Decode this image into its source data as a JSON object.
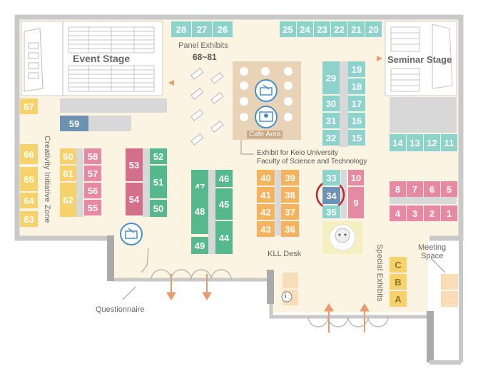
{
  "colors": {
    "teal": "#8dd3cc",
    "green": "#55b98d",
    "pink": "#e58aa2",
    "pink_dark": "#d46f8b",
    "orange": "#f5b360",
    "yellow": "#f5d26b",
    "blue": "#6c92b4",
    "highlight_ring": "#cc2222",
    "wall": "#c9c9c9",
    "floor": "#fbf4e2",
    "cafe": "#e8d3b6",
    "arrow": "#e99a6d"
  },
  "stages": {
    "event": "Event Stage",
    "seminar": "Seminar Stage"
  },
  "panel_exhibits": {
    "title": "Panel Exhibits",
    "range": "68~81"
  },
  "cafe_area": "Cafe Area",
  "keio_exhibit": {
    "line1": "Exhibit for Keio University",
    "line2": "Faculty of Science and Technology"
  },
  "zone_labels": {
    "creativity": "Creativity Initiative Zone",
    "special": "Special Exhibits",
    "kll_desk": "KLL Desk",
    "questionnaire": "Questionnaire",
    "meeting_line1": "Meeting",
    "meeting_line2": "Space"
  },
  "info_icon_glyph": "i",
  "booths": {
    "top_left": [
      "28",
      "27",
      "26"
    ],
    "top_right": [
      "25",
      "24",
      "23",
      "22",
      "21",
      "20"
    ],
    "left_column": [
      "67",
      "66",
      "65",
      "64",
      "63"
    ],
    "b59": "59",
    "col_60_62": [
      "60",
      "61",
      "62"
    ],
    "col_55_58": [
      "58",
      "57",
      "56",
      "55"
    ],
    "col_53_54": [
      "53",
      "54"
    ],
    "col_50_52": [
      "52",
      "51",
      "50"
    ],
    "col_47_49": [
      "47",
      "48",
      "49"
    ],
    "col_44_46": [
      "46",
      "45",
      "44"
    ],
    "col_40_43": [
      "40",
      "41",
      "42",
      "43"
    ],
    "col_36_39": [
      "39",
      "38",
      "37",
      "36"
    ],
    "col_29_32": [
      "29",
      "30",
      "31",
      "32"
    ],
    "col_15_19": [
      "19",
      "18",
      "17",
      "16",
      "15"
    ],
    "col_33_35": [
      "33",
      "34",
      "35"
    ],
    "col_9_10": [
      "10",
      "9"
    ],
    "row_11_14": [
      "14",
      "13",
      "12",
      "11"
    ],
    "row_5_8": [
      "8",
      "7",
      "6",
      "5"
    ],
    "row_1_4": [
      "4",
      "3",
      "2",
      "1"
    ],
    "letters": [
      "C",
      "B",
      "A"
    ]
  }
}
